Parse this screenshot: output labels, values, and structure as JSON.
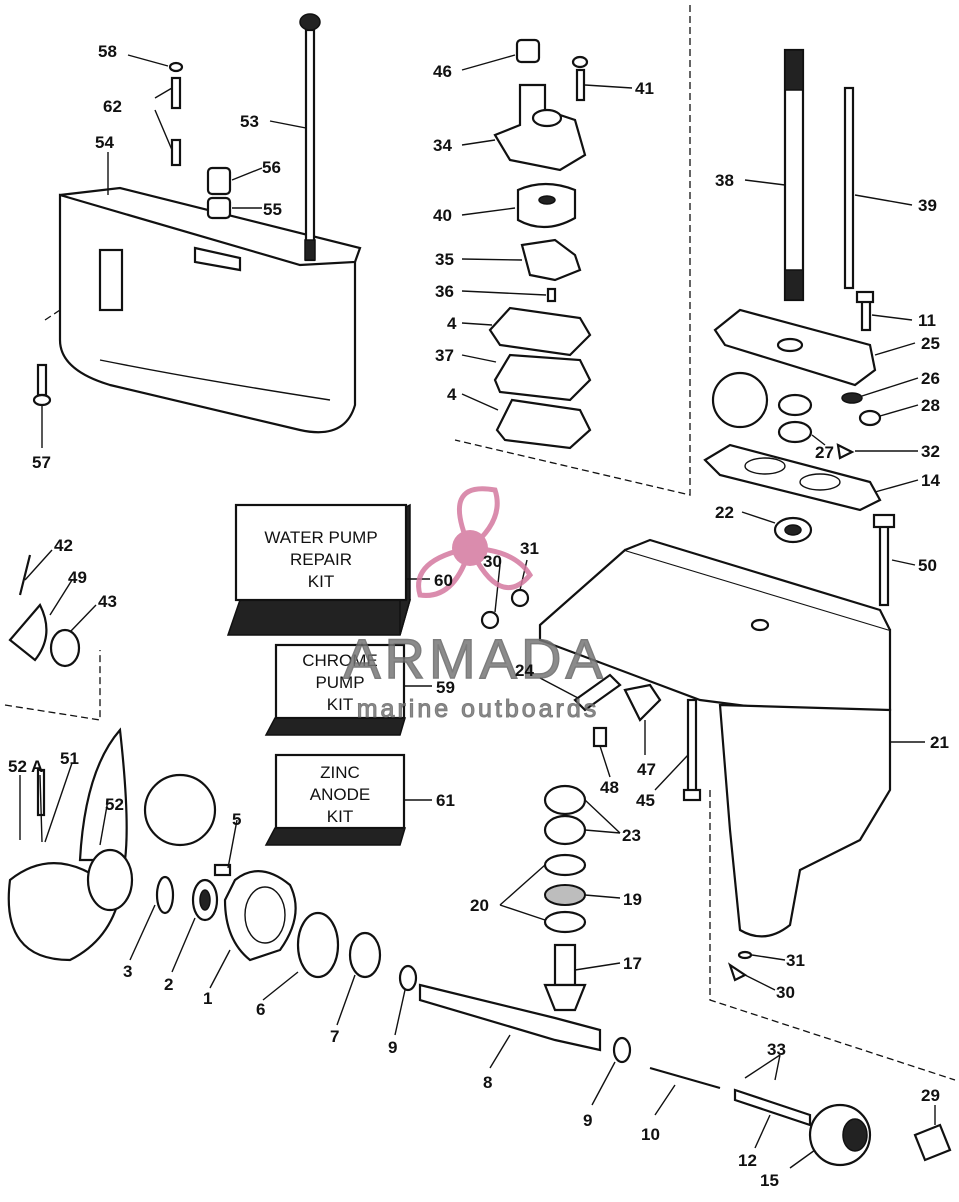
{
  "kits": [
    {
      "lines": [
        "WATER PUMP",
        "REPAIR",
        "KIT"
      ],
      "ref": "60"
    },
    {
      "lines": [
        "CHROME",
        "PUMP",
        "KIT"
      ],
      "ref": "59"
    },
    {
      "lines": [
        "ZINC",
        "ANODE",
        "KIT"
      ],
      "ref": "61"
    }
  ],
  "watermark": {
    "brand": "ARMADA",
    "tagline": "marine outboards",
    "color": "#d4799f"
  },
  "labels": {
    "l58": "58",
    "l62": "62",
    "l54": "54",
    "l53": "53",
    "l56": "56",
    "l55": "55",
    "l57": "57",
    "l46": "46",
    "l41": "41",
    "l34": "34",
    "l40": "40",
    "l35": "35",
    "l36": "36",
    "l4a": "4",
    "l37": "37",
    "l4b": "4",
    "l38": "38",
    "l39": "39",
    "l11": "11",
    "l25": "25",
    "l26": "26",
    "l28": "28",
    "l27": "27",
    "l32": "32",
    "l14": "14",
    "l22": "22",
    "l50": "50",
    "l42": "42",
    "l49": "49",
    "l43": "43",
    "l30a": "30",
    "l31a": "31",
    "l24": "24",
    "l21": "21",
    "l52a": "52 A",
    "l51": "51",
    "l52": "52",
    "l48": "48",
    "l47": "47",
    "l45": "45",
    "l23": "23",
    "l5": "5",
    "l3": "3",
    "l2": "2",
    "l1": "1",
    "l6": "6",
    "l7": "7",
    "l9a": "9",
    "l20": "20",
    "l19": "19",
    "l17": "17",
    "l31b": "31",
    "l30b": "30",
    "l8": "8",
    "l9b": "9",
    "l10": "10",
    "l33": "33",
    "l29": "29",
    "l12": "12",
    "l15": "15"
  }
}
